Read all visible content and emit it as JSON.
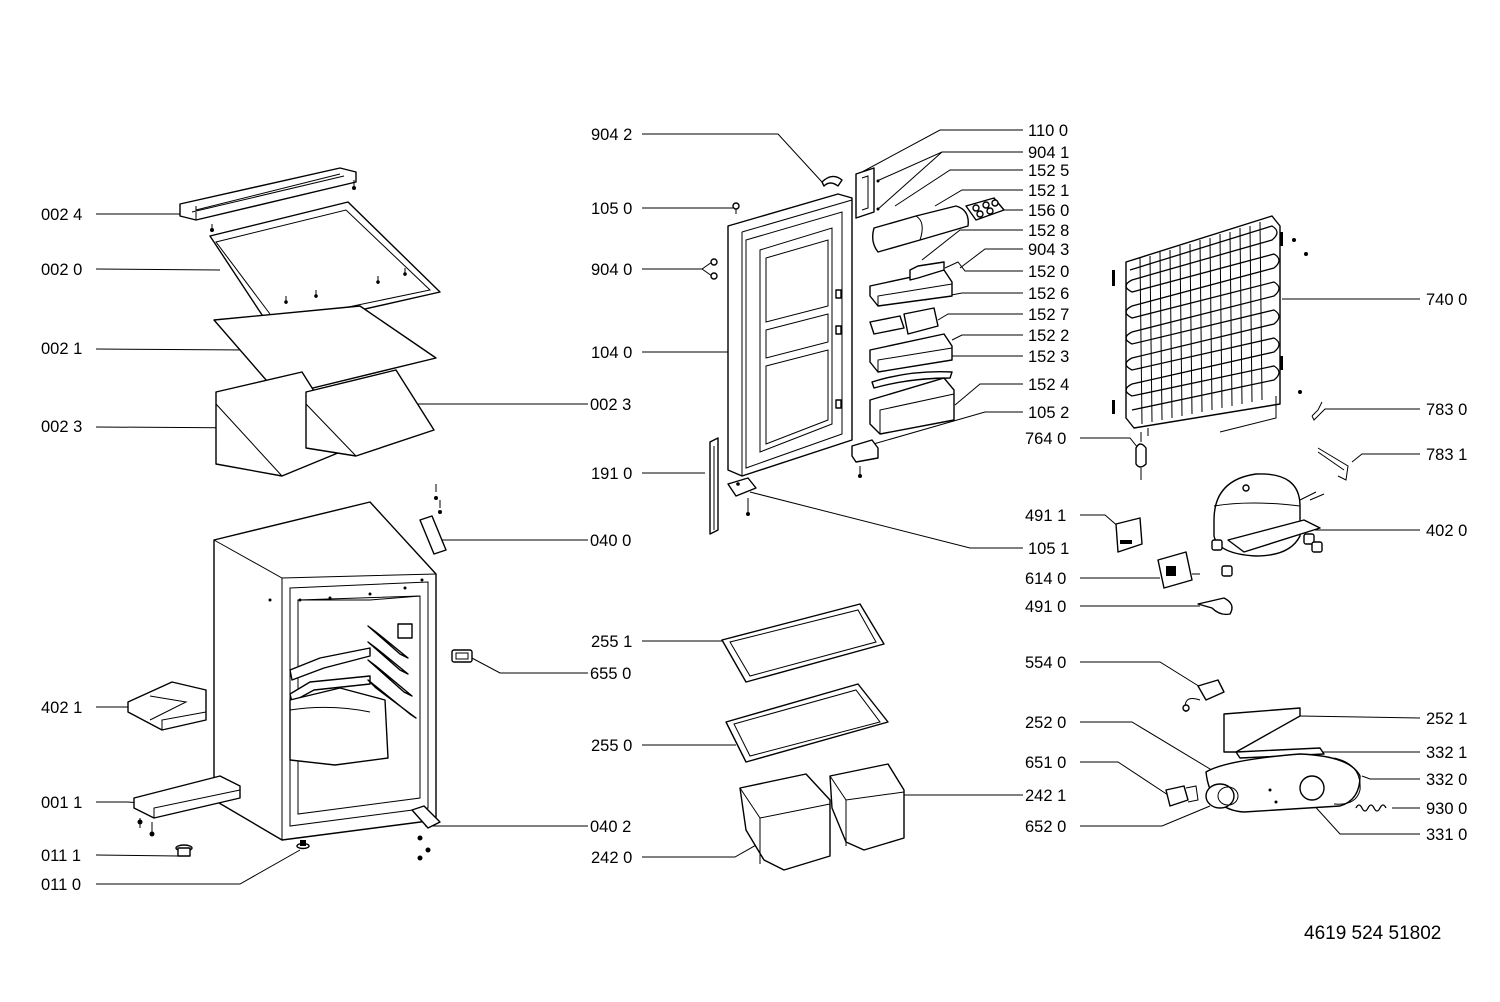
{
  "diagram": {
    "catalog_number": "4619 524 51802",
    "labels": [
      {
        "id": "l00024",
        "text": "002 4"
      },
      {
        "id": "l00020",
        "text": "002 0"
      },
      {
        "id": "l00021",
        "text": "002 1"
      },
      {
        "id": "l00023a",
        "text": "002 3"
      },
      {
        "id": "l00023b",
        "text": "002 3"
      },
      {
        "id": "l04000",
        "text": "040 0"
      },
      {
        "id": "l65500",
        "text": "655 0"
      },
      {
        "id": "l40210",
        "text": "402 1"
      },
      {
        "id": "l00110",
        "text": "001 1"
      },
      {
        "id": "l01110",
        "text": "011 1"
      },
      {
        "id": "l01100",
        "text": "011 0"
      },
      {
        "id": "l04020",
        "text": "040 2"
      },
      {
        "id": "l90420",
        "text": "904 2"
      },
      {
        "id": "l10500",
        "text": "105 0"
      },
      {
        "id": "l90400",
        "text": "904 0"
      },
      {
        "id": "l10400",
        "text": "104 0"
      },
      {
        "id": "l19100",
        "text": "191 0"
      },
      {
        "id": "l25510",
        "text": "255 1"
      },
      {
        "id": "l25500",
        "text": "255 0"
      },
      {
        "id": "l24200",
        "text": "242 0"
      },
      {
        "id": "l11000",
        "text": "110 0"
      },
      {
        "id": "l90410",
        "text": "904 1"
      },
      {
        "id": "l15250",
        "text": "152 5"
      },
      {
        "id": "l15210",
        "text": "152 1"
      },
      {
        "id": "l15600",
        "text": "156 0"
      },
      {
        "id": "l15280",
        "text": "152 8"
      },
      {
        "id": "l90430",
        "text": "904 3"
      },
      {
        "id": "l15200",
        "text": "152 0"
      },
      {
        "id": "l15260",
        "text": "152 6"
      },
      {
        "id": "l15270",
        "text": "152 7"
      },
      {
        "id": "l15220",
        "text": "152 2"
      },
      {
        "id": "l15230",
        "text": "152 3"
      },
      {
        "id": "l15240",
        "text": "152 4"
      },
      {
        "id": "l10520",
        "text": "105 2"
      },
      {
        "id": "l76400",
        "text": "764 0"
      },
      {
        "id": "l10510",
        "text": "105 1"
      },
      {
        "id": "l49110",
        "text": "491 1"
      },
      {
        "id": "l61400",
        "text": "614 0"
      },
      {
        "id": "l49100",
        "text": "491 0"
      },
      {
        "id": "l55400",
        "text": "554 0"
      },
      {
        "id": "l25200",
        "text": "252 0"
      },
      {
        "id": "l65100",
        "text": "651 0"
      },
      {
        "id": "l24210",
        "text": "242 1"
      },
      {
        "id": "l65200",
        "text": "652 0"
      },
      {
        "id": "l74000",
        "text": "740 0"
      },
      {
        "id": "l78300",
        "text": "783 0"
      },
      {
        "id": "l78310",
        "text": "783 1"
      },
      {
        "id": "l40200",
        "text": "402 0"
      },
      {
        "id": "l25210",
        "text": "252 1"
      },
      {
        "id": "l33210",
        "text": "332 1"
      },
      {
        "id": "l33200",
        "text": "332 0"
      },
      {
        "id": "l93000",
        "text": "930 0"
      },
      {
        "id": "l33100",
        "text": "331 0"
      }
    ]
  }
}
